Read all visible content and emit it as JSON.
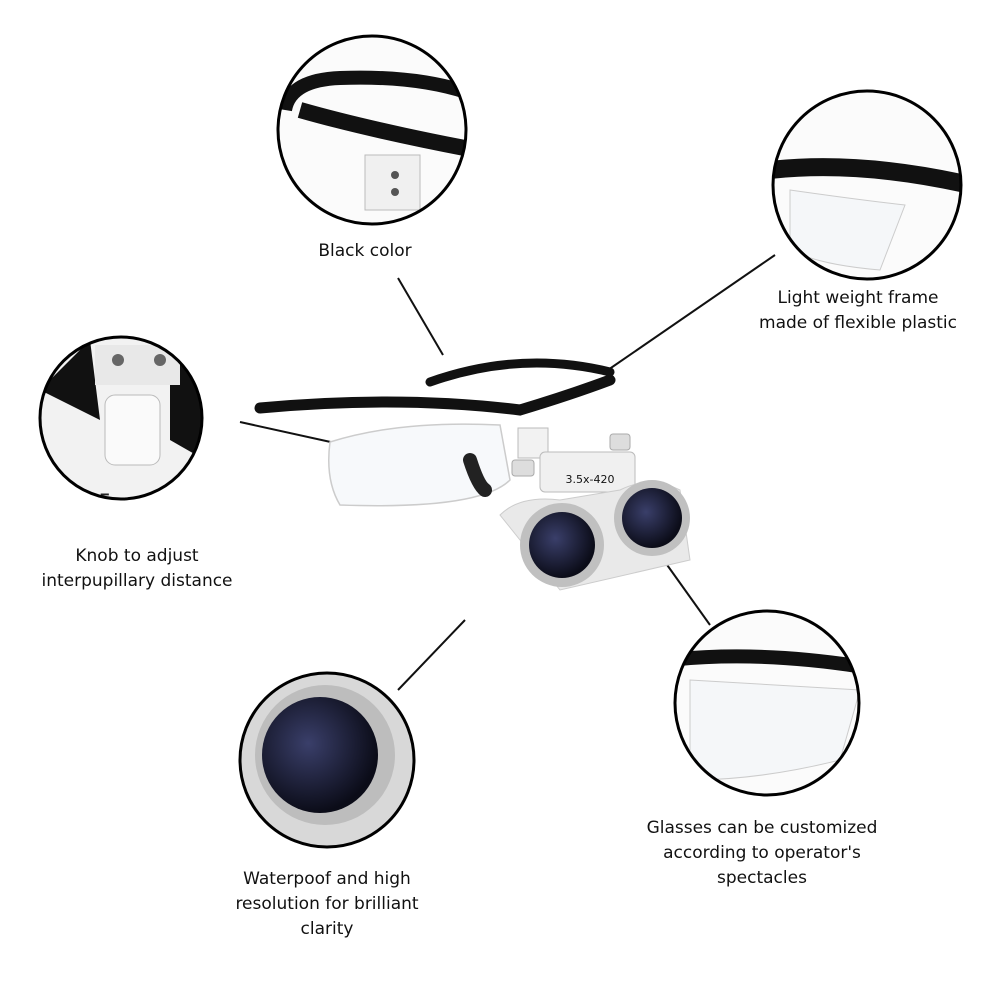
{
  "callouts": [
    {
      "id": "black-color",
      "lines": [
        "Black color"
      ]
    },
    {
      "id": "frame",
      "lines": [
        "Light weight frame",
        "made of flexible plastic"
      ]
    },
    {
      "id": "knob",
      "lines": [
        "Knob to adjust",
        "interpupillary distance"
      ]
    },
    {
      "id": "lens",
      "lines": [
        "Waterpoof and high",
        "resolution for brilliant",
        "clarity"
      ]
    },
    {
      "id": "glasses",
      "lines": [
        "Glasses can be customized",
        "according to operator's",
        "spectacles"
      ]
    }
  ],
  "product": {
    "magnification_marking": "3.5x-420",
    "knob_marking": "3.5x-420"
  },
  "colors": {
    "frame": "#111111",
    "loupe_body": "#e8e8e8",
    "lens": "#1c1f3a",
    "callout_border": "#000000"
  }
}
